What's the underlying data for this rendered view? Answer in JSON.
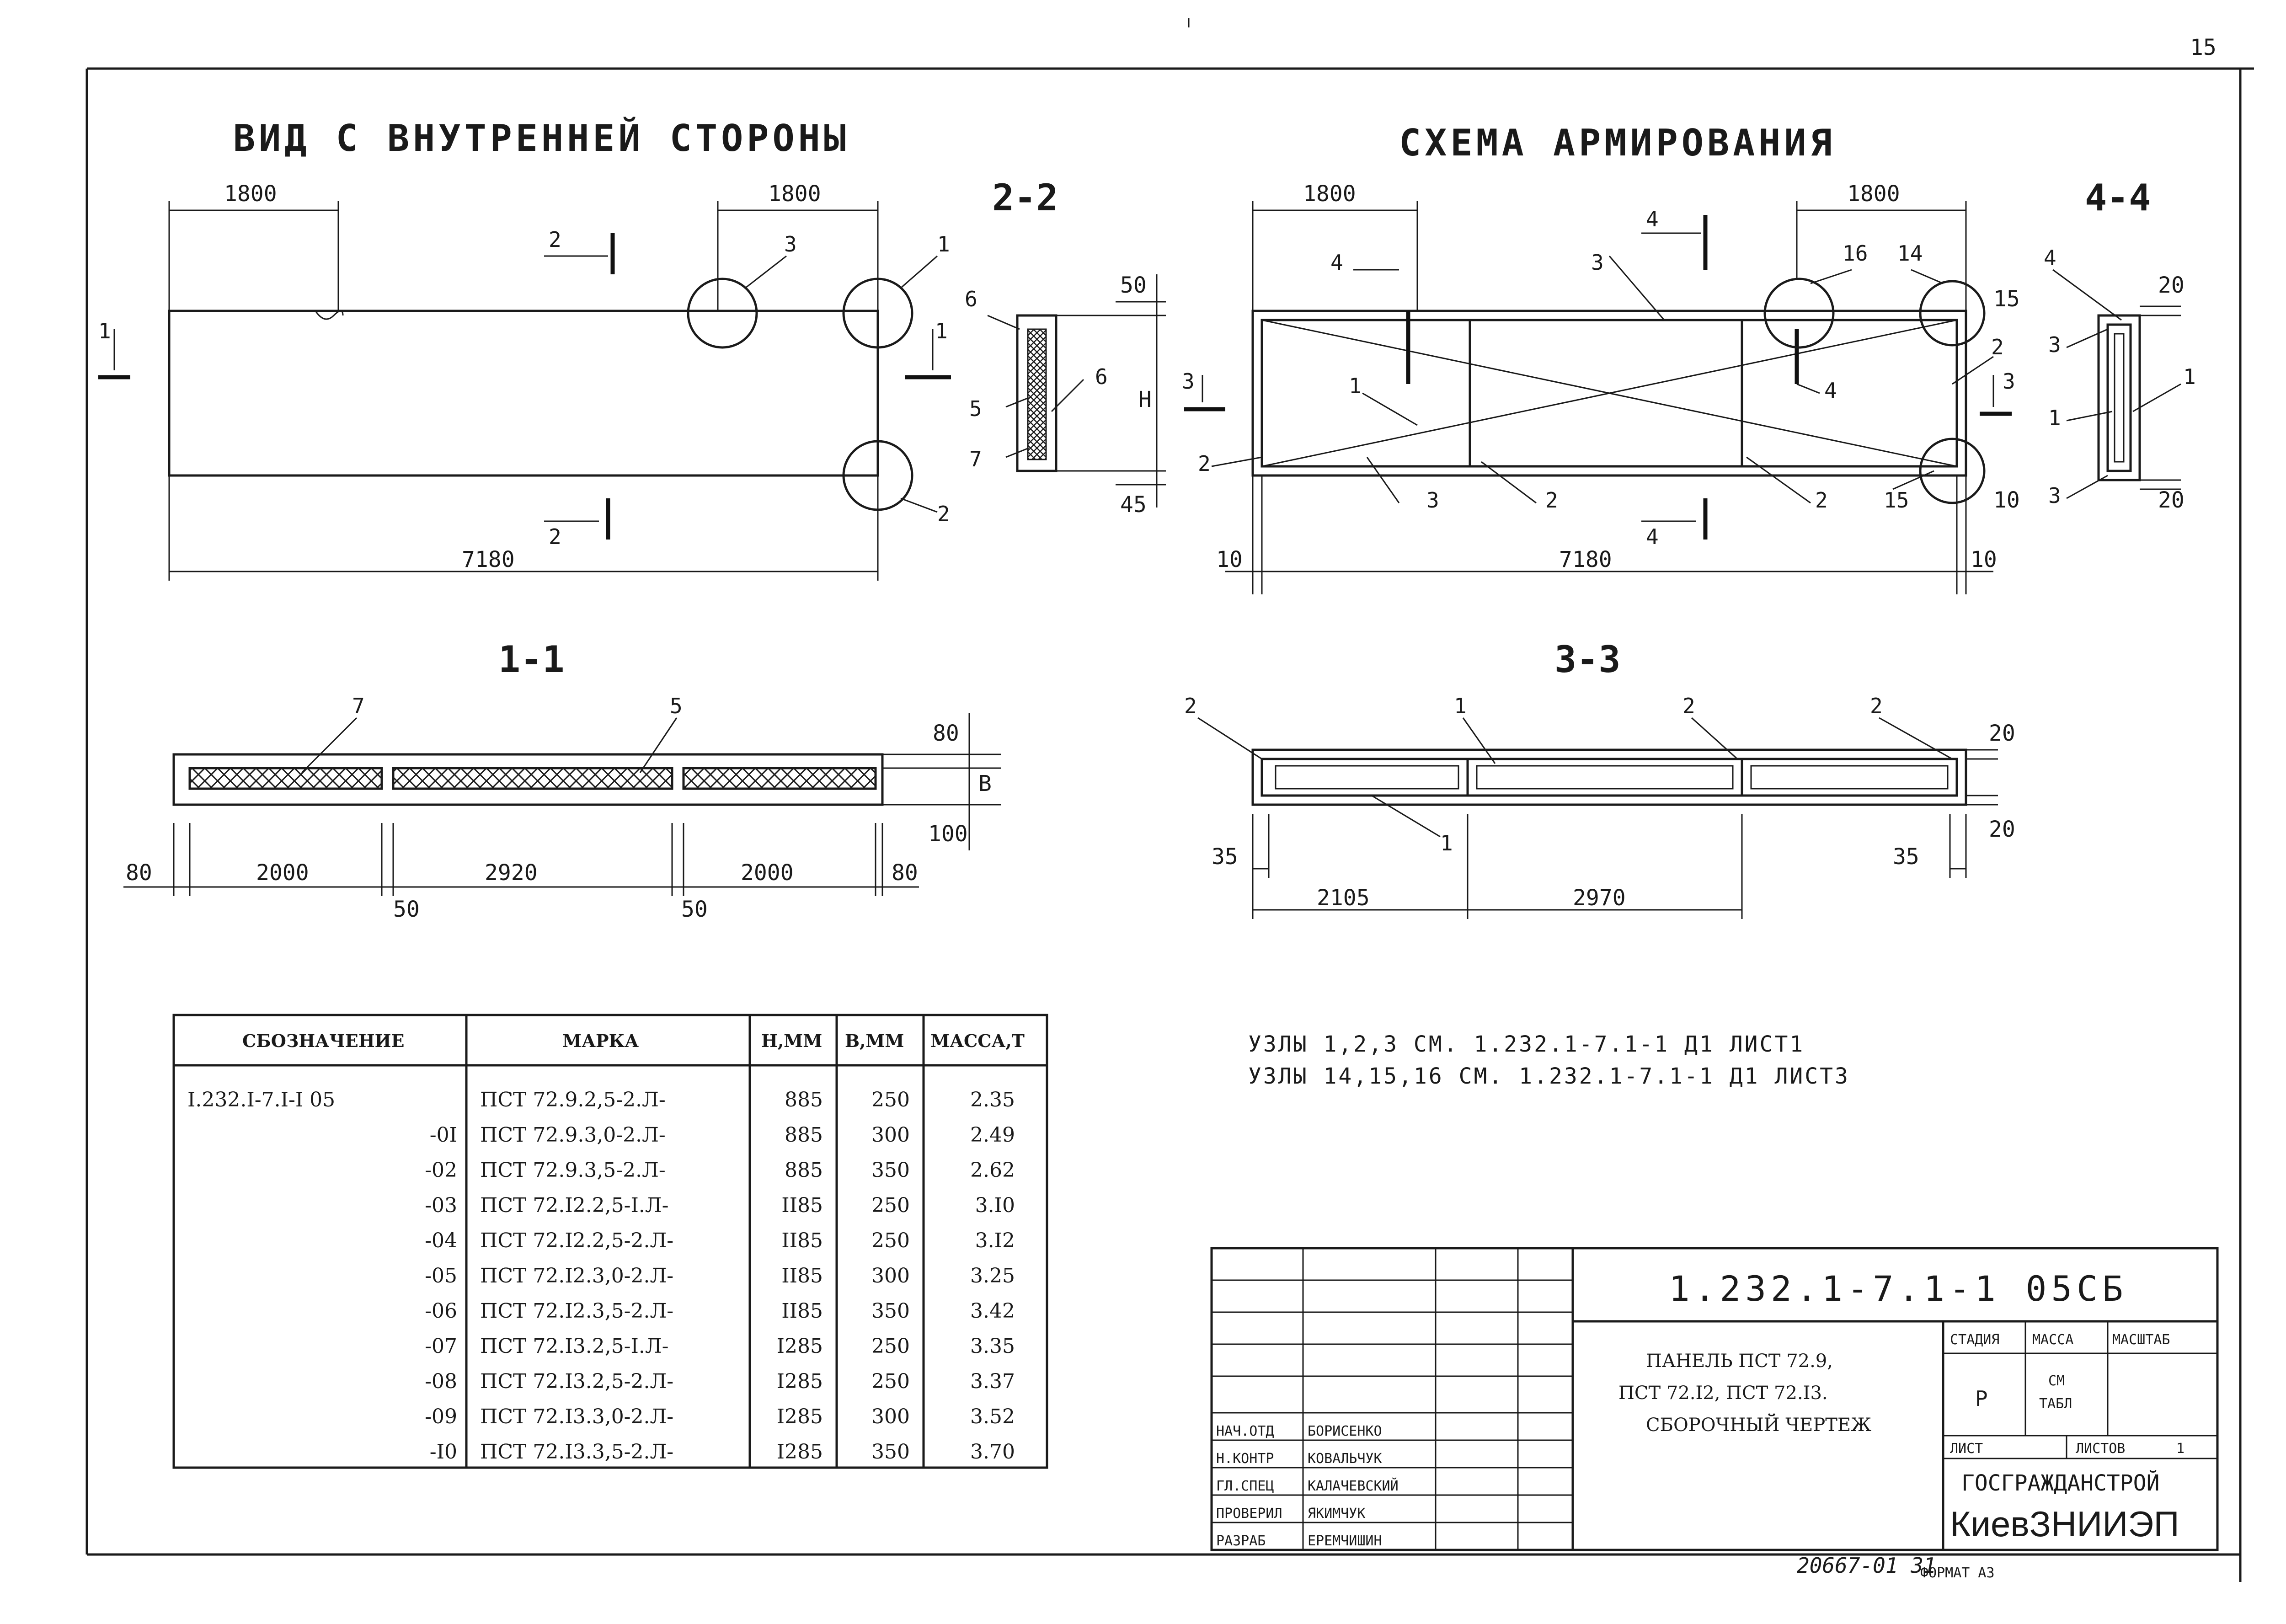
{
  "titles": {
    "inner_view": "ВИД С ВНУТРЕННЕЙ СТОРОНЫ",
    "reinforcement": "СХЕМА АРМИРОВАНИЯ",
    "sec_2_2": "2-2",
    "sec_4_4": "4-4",
    "sec_1_1": "1-1",
    "sec_3_3": "3-3"
  },
  "view_left": {
    "dim_left": "1800",
    "dim_right": "1800",
    "dim_total": "7180",
    "callout_1": "1",
    "callout_2": "2",
    "callout_3": "3",
    "cut_1": "1",
    "cut_2": "2"
  },
  "section_2_2": {
    "lbl_5": "5",
    "lbl_6a": "6",
    "lbl_6b": "6",
    "lbl_7": "7",
    "dim_50": "50",
    "dim_h": "H",
    "dim_45": "45"
  },
  "view_right": {
    "dim_left": "1800",
    "dim_right": "1800",
    "dim_total": "7180",
    "dim_10a": "10",
    "dim_10b": "10",
    "dim_15": "15",
    "dim_10c": "10",
    "lbl_1": "1",
    "lbl_2a": "2",
    "lbl_2b": "2",
    "lbl_2c": "2",
    "lbl_2d": "2",
    "lbl_3a": "3",
    "lbl_3b": "3",
    "lbl_4a": "4",
    "lbl_4b": "4",
    "lbl_14": "14",
    "lbl_15": "15",
    "lbl_16": "16",
    "cut_4a": "4",
    "cut_4b": "4",
    "cut_3a": "3",
    "cut_3b": "3"
  },
  "section_4_4": {
    "lbl_4": "4",
    "lbl_3a": "3",
    "lbl_3b": "3",
    "lbl_1a": "1",
    "lbl_1b": "1",
    "dim_20a": "20",
    "dim_20b": "20"
  },
  "section_1_1": {
    "lbl_7": "7",
    "lbl_5": "5",
    "dim_80": "80",
    "dim_b": "B",
    "dim_100": "100",
    "dim_80l": "80",
    "dim_2000a": "2000",
    "dim_2920": "2920",
    "dim_2000b": "2000",
    "dim_80r": "80",
    "dim_50a": "50",
    "dim_50b": "50"
  },
  "section_3_3": {
    "lbl_2a": "2",
    "lbl_1a": "1",
    "lbl_2b": "2",
    "lbl_2c": "2",
    "lbl_1b": "1",
    "dim_35a": "35",
    "dim_35b": "35",
    "dim_20a": "20",
    "dim_20b": "20",
    "dim_2105": "2105",
    "dim_2970": "2970"
  },
  "table": {
    "headers": [
      "СБОЗНАЧЕНИЕ",
      "МАРКА",
      "Н,ММ",
      "В,ММ",
      "МАССА,Т"
    ],
    "rows": [
      {
        "code": "I.232.I-7.I-I 05",
        "mark": "ПСТ 72.9.2,5-2.Л-",
        "h": "885",
        "b": "250",
        "m": "2.35"
      },
      {
        "code": "-0I",
        "mark": "ПСТ 72.9.3,0-2.Л-",
        "h": "885",
        "b": "300",
        "m": "2.49"
      },
      {
        "code": "-02",
        "mark": "ПСТ 72.9.3,5-2.Л-",
        "h": "885",
        "b": "350",
        "m": "2.62"
      },
      {
        "code": "-03",
        "mark": "ПСТ 72.I2.2,5-I.Л-",
        "h": "II85",
        "b": "250",
        "m": "3.I0"
      },
      {
        "code": "-04",
        "mark": "ПСТ 72.I2.2,5-2.Л-",
        "h": "II85",
        "b": "250",
        "m": "3.I2"
      },
      {
        "code": "-05",
        "mark": "ПСТ 72.I2.3,0-2.Л-",
        "h": "II85",
        "b": "300",
        "m": "3.25"
      },
      {
        "code": "-06",
        "mark": "ПСТ 72.I2.3,5-2.Л-",
        "h": "II85",
        "b": "350",
        "m": "3.42"
      },
      {
        "code": "-07",
        "mark": "ПСТ 72.I3.2,5-I.Л-",
        "h": "I285",
        "b": "250",
        "m": "3.35"
      },
      {
        "code": "-08",
        "mark": "ПСТ 72.I3.2,5-2.Л-",
        "h": "I285",
        "b": "250",
        "m": "3.37"
      },
      {
        "code": "-09",
        "mark": "ПСТ 72.I3.3,0-2.Л-",
        "h": "I285",
        "b": "300",
        "m": "3.52"
      },
      {
        "code": "-I0",
        "mark": "ПСТ 72.I3.3,5-2.Л-",
        "h": "I285",
        "b": "350",
        "m": "3.70"
      }
    ]
  },
  "notes": {
    "line1": "УЗЛЫ 1,2,3 СМ. 1.232.1-7.1-1 Д1 ЛИСТ1",
    "line2": "УЗЛЫ 14,15,16 СМ. 1.232.1-7.1-1 Д1 ЛИСТ3"
  },
  "stamp": {
    "doc_code": "1.232.1-7.1-1 05СБ",
    "desc_l1": "ПАНЕЛЬ ПСТ 72.9,",
    "desc_l2": "ПСТ 72.I2, ПСТ 72.I3.",
    "desc_l3": "СБОРОЧНЫЙ ЧЕРТЕЖ",
    "stage_h": "СТАДИЯ",
    "mass_h": "МАССА",
    "scale_h": "МАСШТАБ",
    "stage_v": "Р",
    "mass_v1": "СМ",
    "mass_v2": "ТАБЛ",
    "sheet_h": "ЛИСТ",
    "sheets_h": "ЛИСТОВ",
    "sheets_v": "1",
    "org1": "ГОСГРАЖДАНСТРОЙ",
    "org2": "КиевЗНИИЭП",
    "roles": [
      "НАЧ.ОТД",
      "Н.КОНТР",
      "ГЛ.СПЕЦ",
      "ПРОВЕРИЛ",
      "РАЗРАБ"
    ],
    "names": [
      "БОРИСЕНКО",
      "КОВАЛЬЧУК",
      "КАЛАЧЕВСКИЙ",
      "ЯКИМЧУК",
      "ЕРЕМЧИШИН"
    ]
  },
  "footer": {
    "inv": "20667-01 31",
    "format": "ФОРМАТ А3",
    "corner": "15"
  }
}
